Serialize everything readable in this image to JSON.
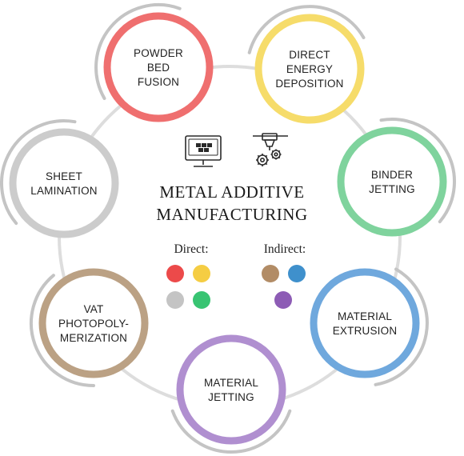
{
  "title_lines": [
    "METAL ADDITIVE",
    "MANUFACTURING"
  ],
  "center_icons": [
    "computer-3d-print-icon",
    "printer-nozzle-gears-icon"
  ],
  "processes": [
    {
      "key": "powder-bed-fusion",
      "lines": [
        "POWDER",
        "BED",
        "FUSION"
      ],
      "color": "#ef6f6f"
    },
    {
      "key": "direct-energy-deposition",
      "lines": [
        "DIRECT",
        "ENERGY",
        "DEPOSITION"
      ],
      "color": "#f6dc6a"
    },
    {
      "key": "binder-jetting",
      "lines": [
        "BINDER",
        "JETTING"
      ],
      "color": "#7fd39d"
    },
    {
      "key": "material-extrusion",
      "lines": [
        "MATERIAL",
        "EXTRUSION"
      ],
      "color": "#6fa8dd"
    },
    {
      "key": "material-jetting",
      "lines": [
        "MATERIAL",
        "JETTING"
      ],
      "color": "#b08fd0"
    },
    {
      "key": "vat-photopolymerization",
      "lines": [
        "VAT",
        "PHOTOPOLY-",
        "MERIZATION"
      ],
      "color": "#bba184"
    },
    {
      "key": "sheet-lamination",
      "lines": [
        "SHEET",
        "LAMINATION"
      ],
      "color": "#cccccc"
    }
  ],
  "legend": {
    "direct": {
      "label": "Direct:",
      "colors": [
        "#ec4a4a",
        "#f5cd43",
        "#c4c4c4",
        "#38c472"
      ]
    },
    "indirect": {
      "label": "Indirect:",
      "colors": [
        "#b28c66",
        "#3f90cc",
        "#8d5cb5"
      ]
    }
  },
  "palette": {
    "ring": "#dddddd",
    "outer_arc": "#c4c4c4",
    "icon": "#2a2a2a"
  }
}
